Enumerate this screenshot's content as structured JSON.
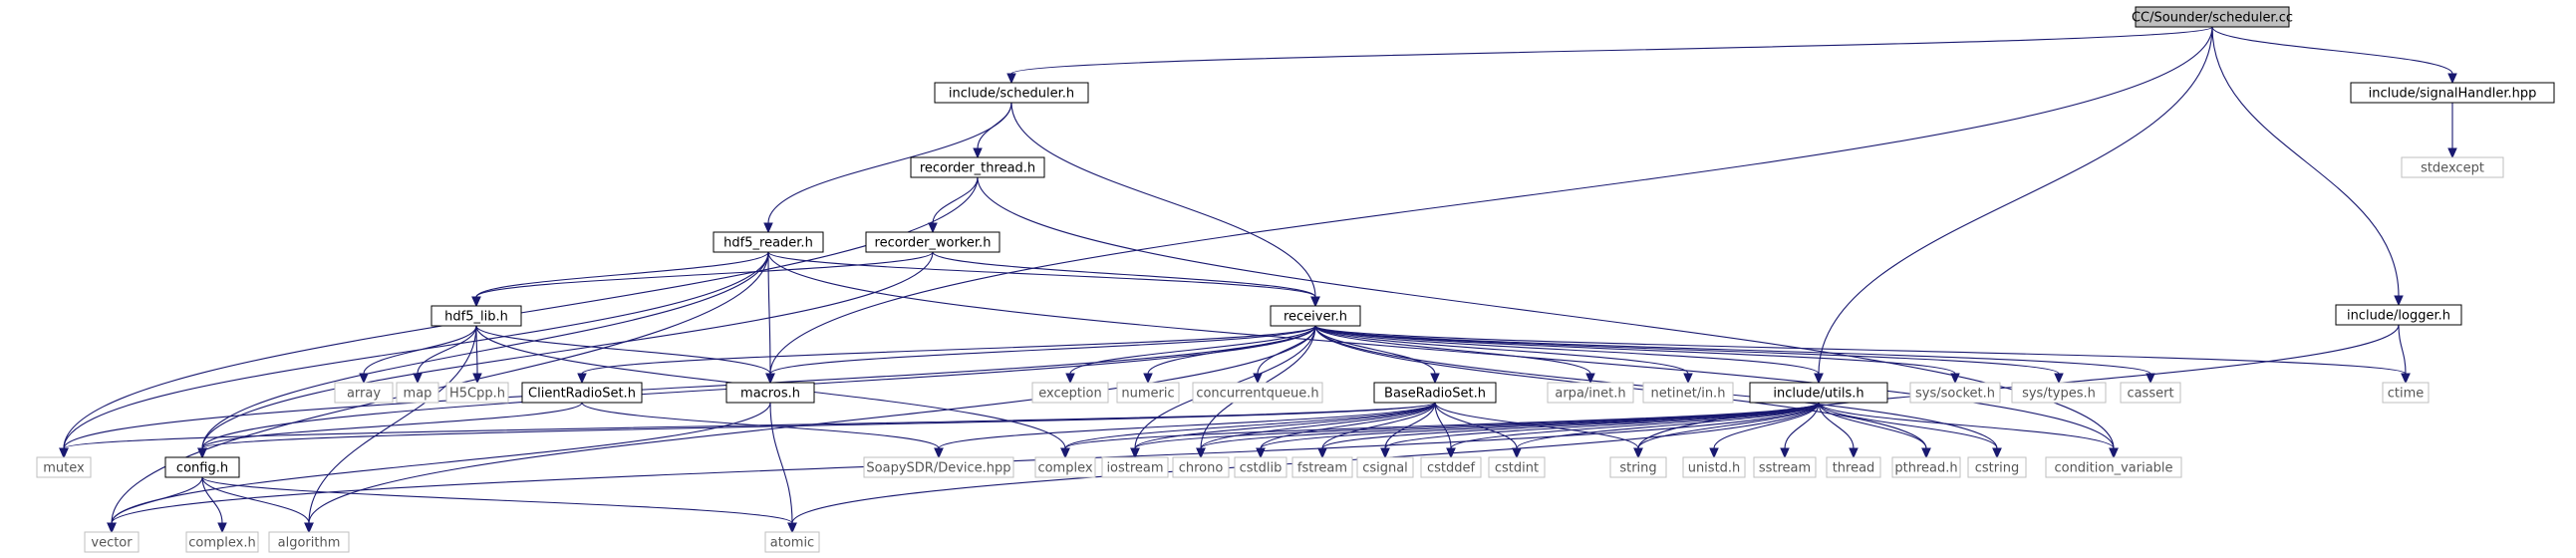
{
  "colors": {
    "edge": "#191970",
    "root_fill": "#bfbfbf",
    "external_border": "#bfbfbf"
  },
  "nodes": [
    {
      "id": "root",
      "label": "CC/Sounder/scheduler.cc",
      "kind": "root"
    },
    {
      "id": "sched",
      "label": "include/scheduler.h",
      "kind": "local"
    },
    {
      "id": "sig",
      "label": "include/signalHandler.hpp",
      "kind": "local"
    },
    {
      "id": "stdexcept",
      "label": "stdexcept",
      "kind": "ext"
    },
    {
      "id": "rthread",
      "label": "recorder_thread.h",
      "kind": "local"
    },
    {
      "id": "hdf5r",
      "label": "hdf5_reader.h",
      "kind": "local"
    },
    {
      "id": "rworker",
      "label": "recorder_worker.h",
      "kind": "local"
    },
    {
      "id": "logger",
      "label": "include/logger.h",
      "kind": "local"
    },
    {
      "id": "hdf5lib",
      "label": "hdf5_lib.h",
      "kind": "local"
    },
    {
      "id": "receiver",
      "label": "receiver.h",
      "kind": "local"
    },
    {
      "id": "array",
      "label": "array",
      "kind": "ext"
    },
    {
      "id": "map",
      "label": "map",
      "kind": "ext"
    },
    {
      "id": "h5cpp",
      "label": "H5Cpp.h",
      "kind": "ext"
    },
    {
      "id": "clientrs",
      "label": "ClientRadioSet.h",
      "kind": "local"
    },
    {
      "id": "macros",
      "label": "macros.h",
      "kind": "local"
    },
    {
      "id": "exception",
      "label": "exception",
      "kind": "ext"
    },
    {
      "id": "numeric",
      "label": "numeric",
      "kind": "ext"
    },
    {
      "id": "cq",
      "label": "concurrentqueue.h",
      "kind": "ext"
    },
    {
      "id": "baseradio",
      "label": "BaseRadioSet.h",
      "kind": "local"
    },
    {
      "id": "arpa",
      "label": "arpa/inet.h",
      "kind": "ext"
    },
    {
      "id": "netinet",
      "label": "netinet/in.h",
      "kind": "ext"
    },
    {
      "id": "utils",
      "label": "include/utils.h",
      "kind": "local"
    },
    {
      "id": "syssocket",
      "label": "sys/socket.h",
      "kind": "ext"
    },
    {
      "id": "systypes",
      "label": "sys/types.h",
      "kind": "ext"
    },
    {
      "id": "cassert",
      "label": "cassert",
      "kind": "ext"
    },
    {
      "id": "ctime",
      "label": "ctime",
      "kind": "ext"
    },
    {
      "id": "mutex",
      "label": "mutex",
      "kind": "ext"
    },
    {
      "id": "config",
      "label": "config.h",
      "kind": "local"
    },
    {
      "id": "soapy",
      "label": "SoapySDR/Device.hpp",
      "kind": "ext"
    },
    {
      "id": "complex",
      "label": "complex",
      "kind": "ext"
    },
    {
      "id": "iostream",
      "label": "iostream",
      "kind": "ext"
    },
    {
      "id": "chrono",
      "label": "chrono",
      "kind": "ext"
    },
    {
      "id": "cstdlib",
      "label": "cstdlib",
      "kind": "ext"
    },
    {
      "id": "fstream",
      "label": "fstream",
      "kind": "ext"
    },
    {
      "id": "csignal",
      "label": "csignal",
      "kind": "ext"
    },
    {
      "id": "cstddef",
      "label": "cstddef",
      "kind": "ext"
    },
    {
      "id": "cstdint",
      "label": "cstdint",
      "kind": "ext"
    },
    {
      "id": "string",
      "label": "string",
      "kind": "ext"
    },
    {
      "id": "unistd",
      "label": "unistd.h",
      "kind": "ext"
    },
    {
      "id": "sstream",
      "label": "sstream",
      "kind": "ext"
    },
    {
      "id": "thread",
      "label": "thread",
      "kind": "ext"
    },
    {
      "id": "pthread",
      "label": "pthread.h",
      "kind": "ext"
    },
    {
      "id": "cstring",
      "label": "cstring",
      "kind": "ext"
    },
    {
      "id": "condvar",
      "label": "condition_variable",
      "kind": "ext"
    },
    {
      "id": "vector",
      "label": "vector",
      "kind": "ext"
    },
    {
      "id": "complexh",
      "label": "complex.h",
      "kind": "ext"
    },
    {
      "id": "algorithm",
      "label": "algorithm",
      "kind": "ext"
    },
    {
      "id": "atomic",
      "label": "atomic",
      "kind": "ext"
    }
  ],
  "edges": [
    [
      "root",
      "sched"
    ],
    [
      "root",
      "sig"
    ],
    [
      "root",
      "macros"
    ],
    [
      "root",
      "logger"
    ],
    [
      "root",
      "utils"
    ],
    [
      "sig",
      "stdexcept"
    ],
    [
      "sched",
      "rthread"
    ],
    [
      "sched",
      "hdf5r"
    ],
    [
      "sched",
      "receiver"
    ],
    [
      "rthread",
      "rworker"
    ],
    [
      "rthread",
      "mutex"
    ],
    [
      "rthread",
      "condvar"
    ],
    [
      "rworker",
      "hdf5lib"
    ],
    [
      "rworker",
      "receiver"
    ],
    [
      "rworker",
      "config"
    ],
    [
      "hdf5r",
      "hdf5lib"
    ],
    [
      "hdf5r",
      "receiver"
    ],
    [
      "hdf5r",
      "macros"
    ],
    [
      "hdf5r",
      "config"
    ],
    [
      "hdf5r",
      "mutex"
    ],
    [
      "hdf5r",
      "vector"
    ],
    [
      "hdf5r",
      "condvar"
    ],
    [
      "hdf5lib",
      "array"
    ],
    [
      "hdf5lib",
      "map"
    ],
    [
      "hdf5lib",
      "h5cpp"
    ],
    [
      "hdf5lib",
      "macros"
    ],
    [
      "hdf5lib",
      "algorithm"
    ],
    [
      "hdf5lib",
      "complex"
    ],
    [
      "logger",
      "ctime"
    ],
    [
      "logger",
      "string"
    ],
    [
      "receiver",
      "clientrs"
    ],
    [
      "receiver",
      "macros"
    ],
    [
      "receiver",
      "exception"
    ],
    [
      "receiver",
      "numeric"
    ],
    [
      "receiver",
      "cq"
    ],
    [
      "receiver",
      "baseradio"
    ],
    [
      "receiver",
      "arpa"
    ],
    [
      "receiver",
      "netinet"
    ],
    [
      "receiver",
      "utils"
    ],
    [
      "receiver",
      "syssocket"
    ],
    [
      "receiver",
      "systypes"
    ],
    [
      "receiver",
      "cassert"
    ],
    [
      "receiver",
      "ctime"
    ],
    [
      "receiver",
      "cstring"
    ],
    [
      "receiver",
      "pthread"
    ],
    [
      "receiver",
      "chrono"
    ],
    [
      "receiver",
      "iostream"
    ],
    [
      "receiver",
      "algorithm"
    ],
    [
      "receiver",
      "config"
    ],
    [
      "receiver",
      "mutex"
    ],
    [
      "clientrs",
      "config"
    ],
    [
      "clientrs",
      "soapy"
    ],
    [
      "macros",
      "atomic"
    ],
    [
      "macros",
      "vector"
    ],
    [
      "baseradio",
      "mutex"
    ],
    [
      "baseradio",
      "config"
    ],
    [
      "baseradio",
      "soapy"
    ],
    [
      "baseradio",
      "complex"
    ],
    [
      "baseradio",
      "iostream"
    ],
    [
      "baseradio",
      "chrono"
    ],
    [
      "baseradio",
      "cstdlib"
    ],
    [
      "baseradio",
      "fstream"
    ],
    [
      "baseradio",
      "csignal"
    ],
    [
      "baseradio",
      "cstddef"
    ],
    [
      "baseradio",
      "cstdint"
    ],
    [
      "baseradio",
      "string"
    ],
    [
      "utils",
      "complex"
    ],
    [
      "utils",
      "iostream"
    ],
    [
      "utils",
      "chrono"
    ],
    [
      "utils",
      "cstdlib"
    ],
    [
      "utils",
      "fstream"
    ],
    [
      "utils",
      "csignal"
    ],
    [
      "utils",
      "cstddef"
    ],
    [
      "utils",
      "cstdint"
    ],
    [
      "utils",
      "string"
    ],
    [
      "utils",
      "unistd"
    ],
    [
      "utils",
      "sstream"
    ],
    [
      "utils",
      "thread"
    ],
    [
      "utils",
      "pthread"
    ],
    [
      "utils",
      "cstring"
    ],
    [
      "utils",
      "condvar"
    ],
    [
      "utils",
      "vector"
    ],
    [
      "utils",
      "atomic"
    ],
    [
      "config",
      "vector"
    ],
    [
      "config",
      "complexh"
    ],
    [
      "config",
      "algorithm"
    ],
    [
      "config",
      "atomic"
    ]
  ]
}
